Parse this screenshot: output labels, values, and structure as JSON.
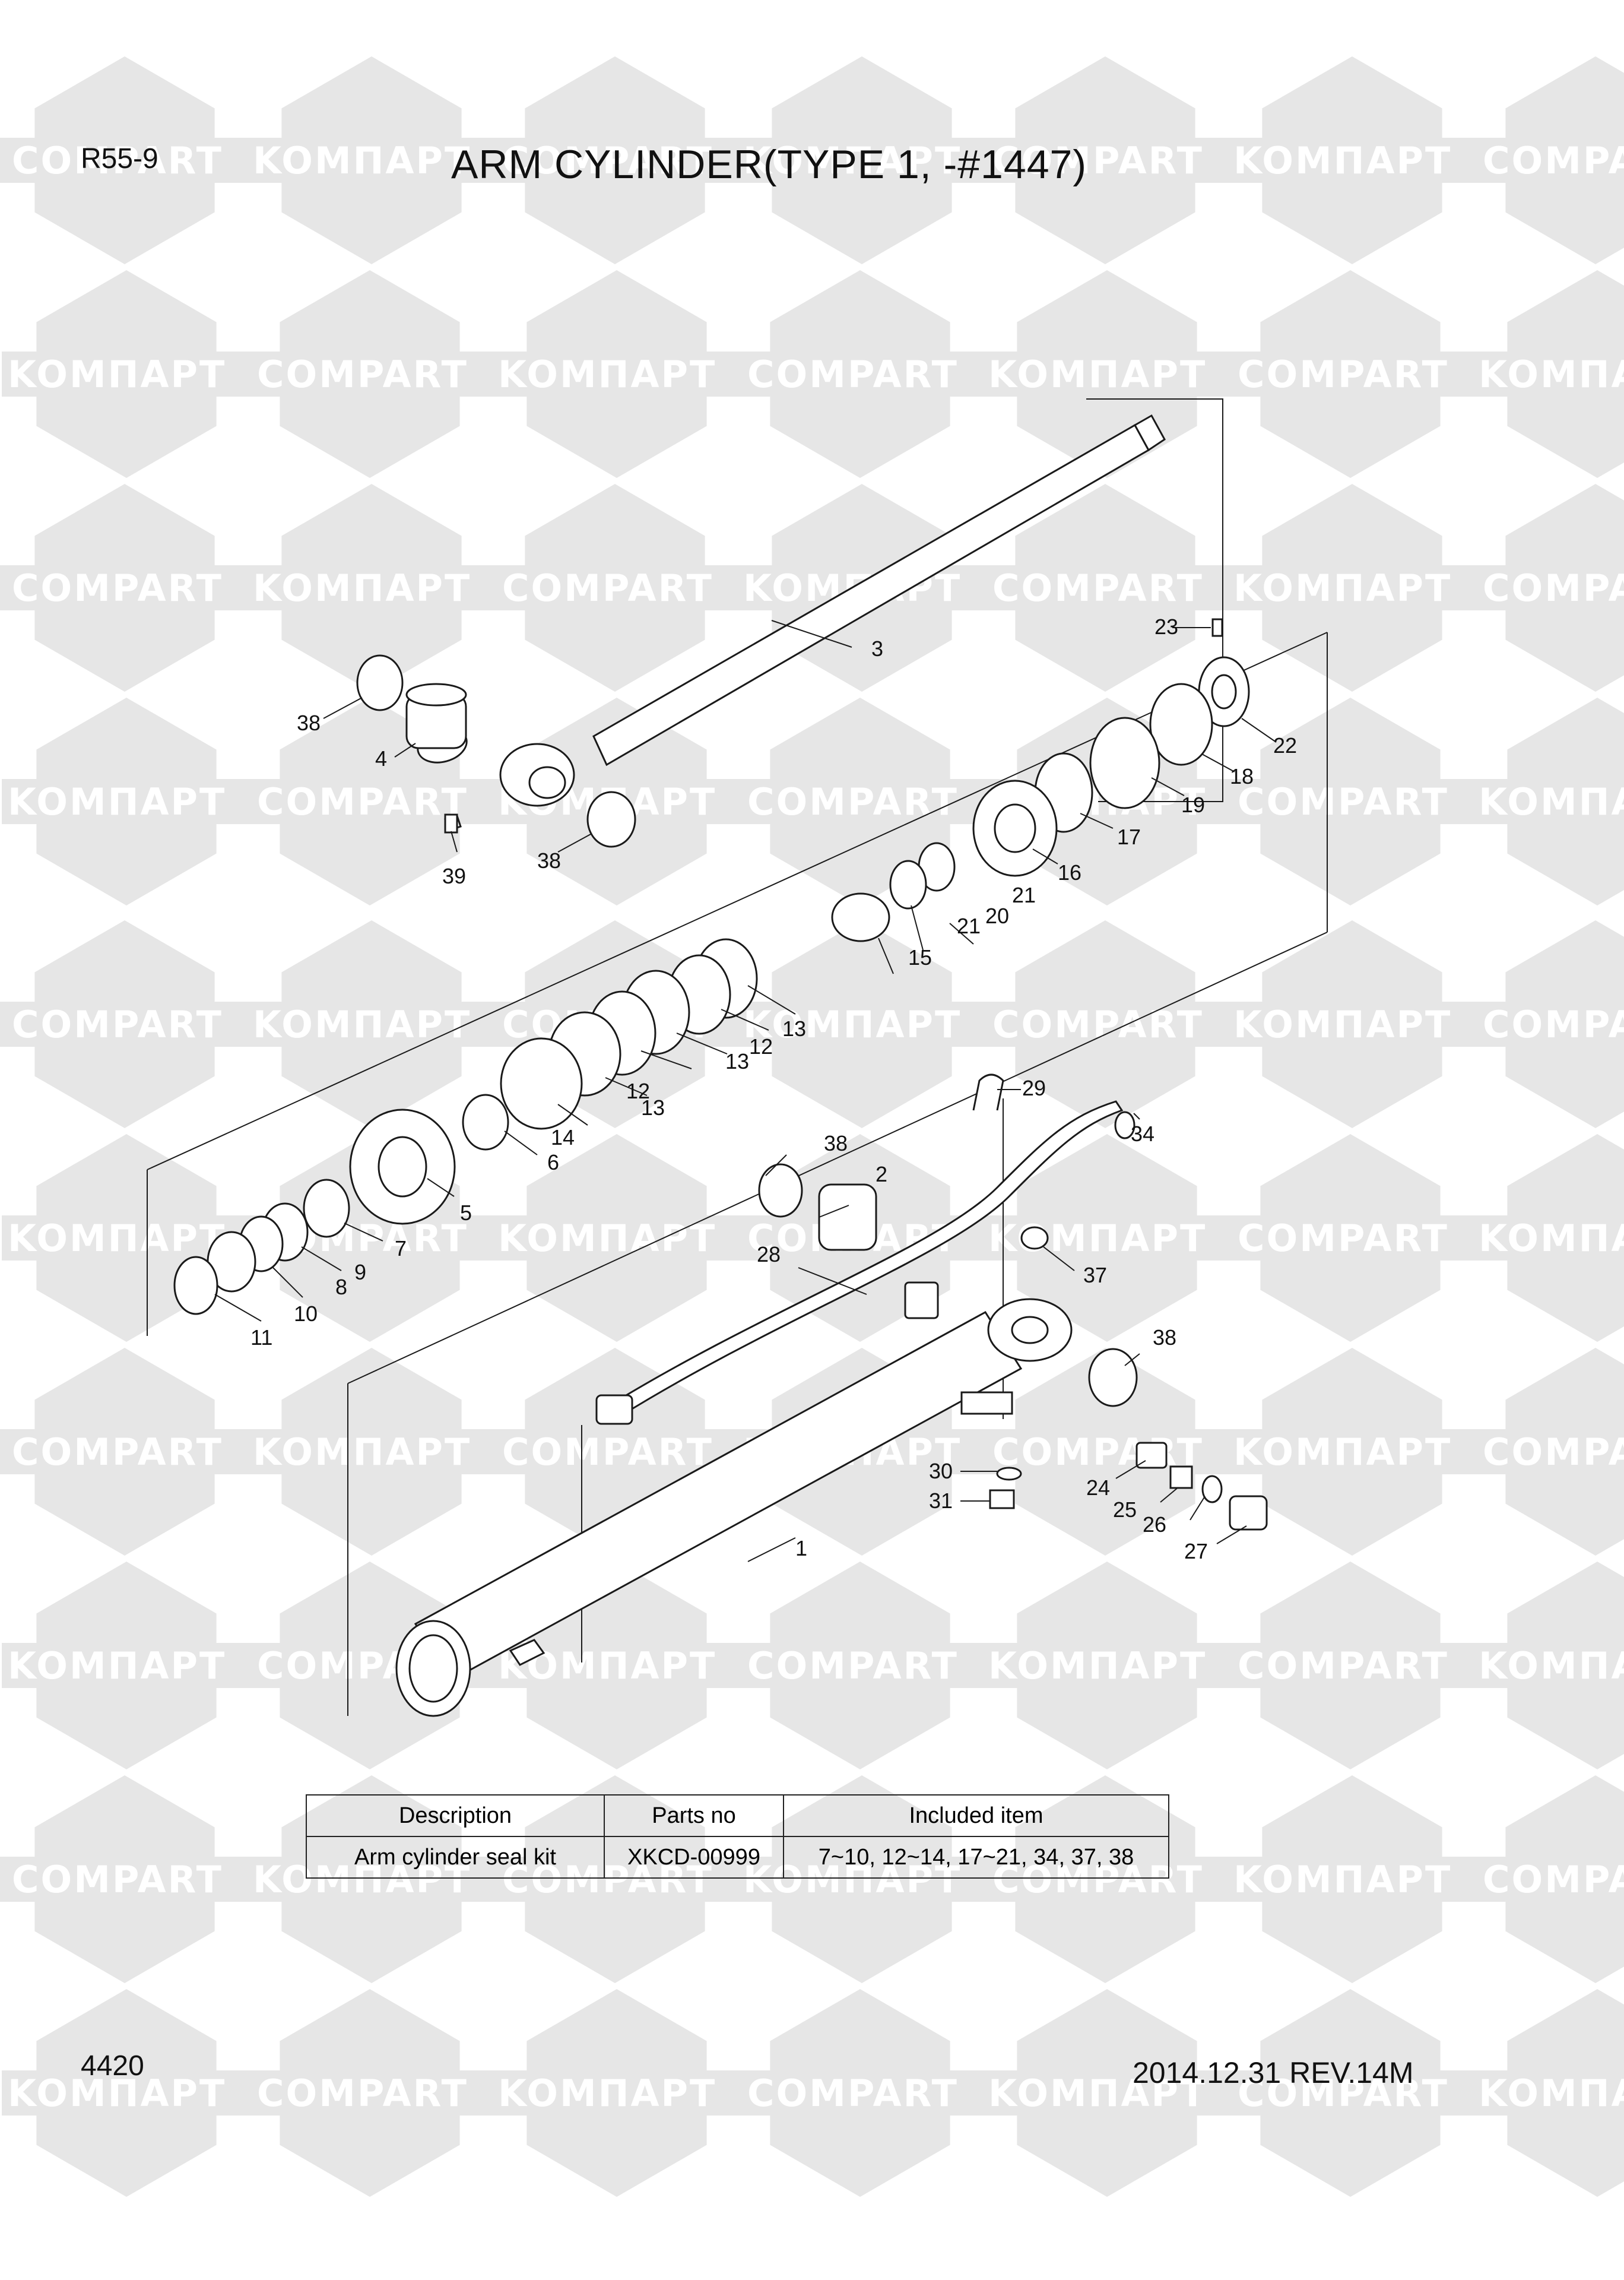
{
  "header": {
    "model": "R55-9",
    "title": "ARM CYLINDER(TYPE 1, -#1447)"
  },
  "watermark": {
    "text_a": "KOMПAPT",
    "text_b": "COMPART"
  },
  "callouts": [
    "1",
    "2",
    "3",
    "4",
    "5",
    "6",
    "7",
    "8",
    "9",
    "10",
    "11",
    "12",
    "12",
    "13",
    "13",
    "13",
    "14",
    "15",
    "16",
    "17",
    "18",
    "19",
    "20",
    "21",
    "21",
    "22",
    "23",
    "24",
    "25",
    "26",
    "27",
    "28",
    "29",
    "30",
    "31",
    "34",
    "37",
    "38",
    "38",
    "38",
    "38",
    "39"
  ],
  "kit_table": {
    "headers": [
      "Description",
      "Parts no",
      "Included item"
    ],
    "row": [
      "Arm cylinder seal kit",
      "XKCD-00999",
      "7~10, 12~14, 17~21, 34, 37, 38"
    ]
  },
  "footer": {
    "page": "4420",
    "date_rev": "2014.12.31  REV.14M"
  },
  "colors": {
    "watermark_fill": "#e6e6e6",
    "line": "#1a1a1a"
  }
}
